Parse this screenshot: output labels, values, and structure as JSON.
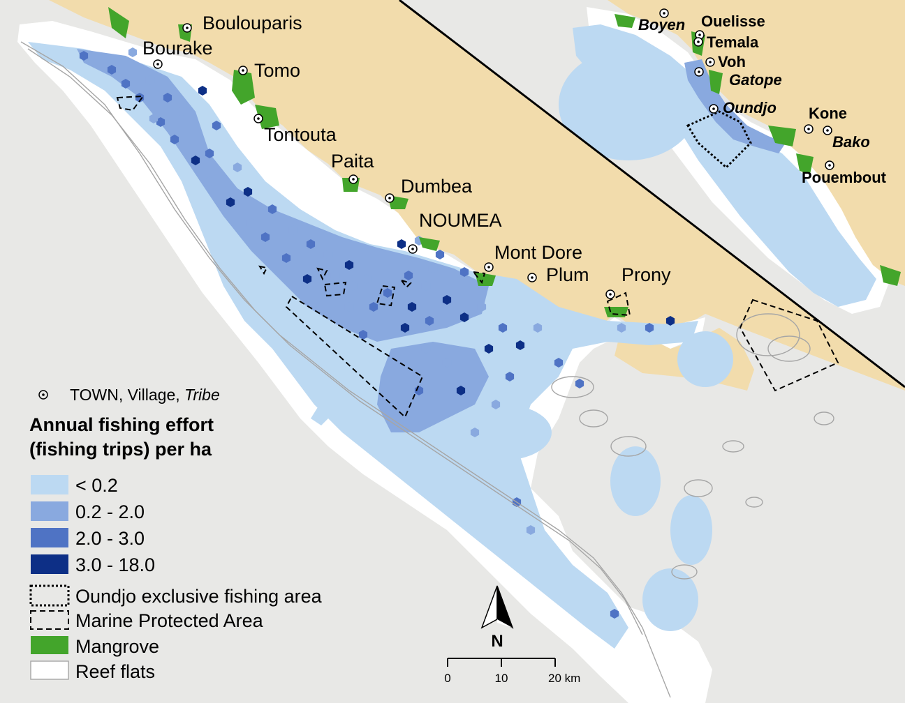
{
  "colors": {
    "sea": "#e8e8e6",
    "land": "#f2dcac",
    "mangrove": "#43a52b",
    "lagoon": "#ffffff",
    "effort_lt_0_2": "#bcd9f2",
    "effort_0_2_2_0": "#89a9df",
    "effort_2_0_3_0": "#4f73c4",
    "effort_3_0_18_0": "#0d2f86",
    "reef_outline": "#a6a6a6"
  },
  "main_map": {
    "towns": [
      {
        "name": "Boulouparis",
        "style": "village"
      },
      {
        "name": "Bourake",
        "style": "village"
      },
      {
        "name": "Tomo",
        "style": "village"
      },
      {
        "name": "Tontouta",
        "style": "village"
      },
      {
        "name": "Paita",
        "style": "village"
      },
      {
        "name": "Dumbea",
        "style": "village"
      },
      {
        "name": "NOUMEA",
        "style": "town"
      },
      {
        "name": "Mont Dore",
        "style": "village"
      },
      {
        "name": "Plum",
        "style": "village"
      },
      {
        "name": "Prony",
        "style": "village"
      }
    ]
  },
  "inset_map": {
    "towns": [
      {
        "name": "Boyen",
        "style": "tribe"
      },
      {
        "name": "Ouelisse",
        "style": "village"
      },
      {
        "name": "Temala",
        "style": "village"
      },
      {
        "name": "Voh",
        "style": "village"
      },
      {
        "name": "Gatope",
        "style": "tribe"
      },
      {
        "name": "Oundjo",
        "style": "tribe"
      },
      {
        "name": "Kone",
        "style": "village"
      },
      {
        "name": "Bako",
        "style": "tribe"
      },
      {
        "name": "Pouembout",
        "style": "village"
      }
    ]
  },
  "legend": {
    "town_symbol_text": {
      "caps": "TOWN",
      "village": "Village",
      "tribe": "Tribe"
    },
    "title_line1": "Annual fishing effort",
    "title_line2": "(fishing trips) per ha",
    "classes": [
      {
        "label": "< 0.2",
        "color": "#bcd9f2"
      },
      {
        "label": "0.2 - 2.0",
        "color": "#89a9df"
      },
      {
        "label": "2.0 - 3.0",
        "color": "#4f73c4"
      },
      {
        "label": "3.0 - 18.0",
        "color": "#0d2f86"
      }
    ],
    "items": [
      {
        "label": "Oundjo exclusive fishing area"
      },
      {
        "label": "Marine Protected Area"
      },
      {
        "label": "Mangrove"
      },
      {
        "label": "Reef flats"
      }
    ]
  },
  "north_arrow": {
    "label": "N"
  },
  "scale_bar": {
    "ticks": [
      "0",
      "10",
      "20 km"
    ]
  }
}
